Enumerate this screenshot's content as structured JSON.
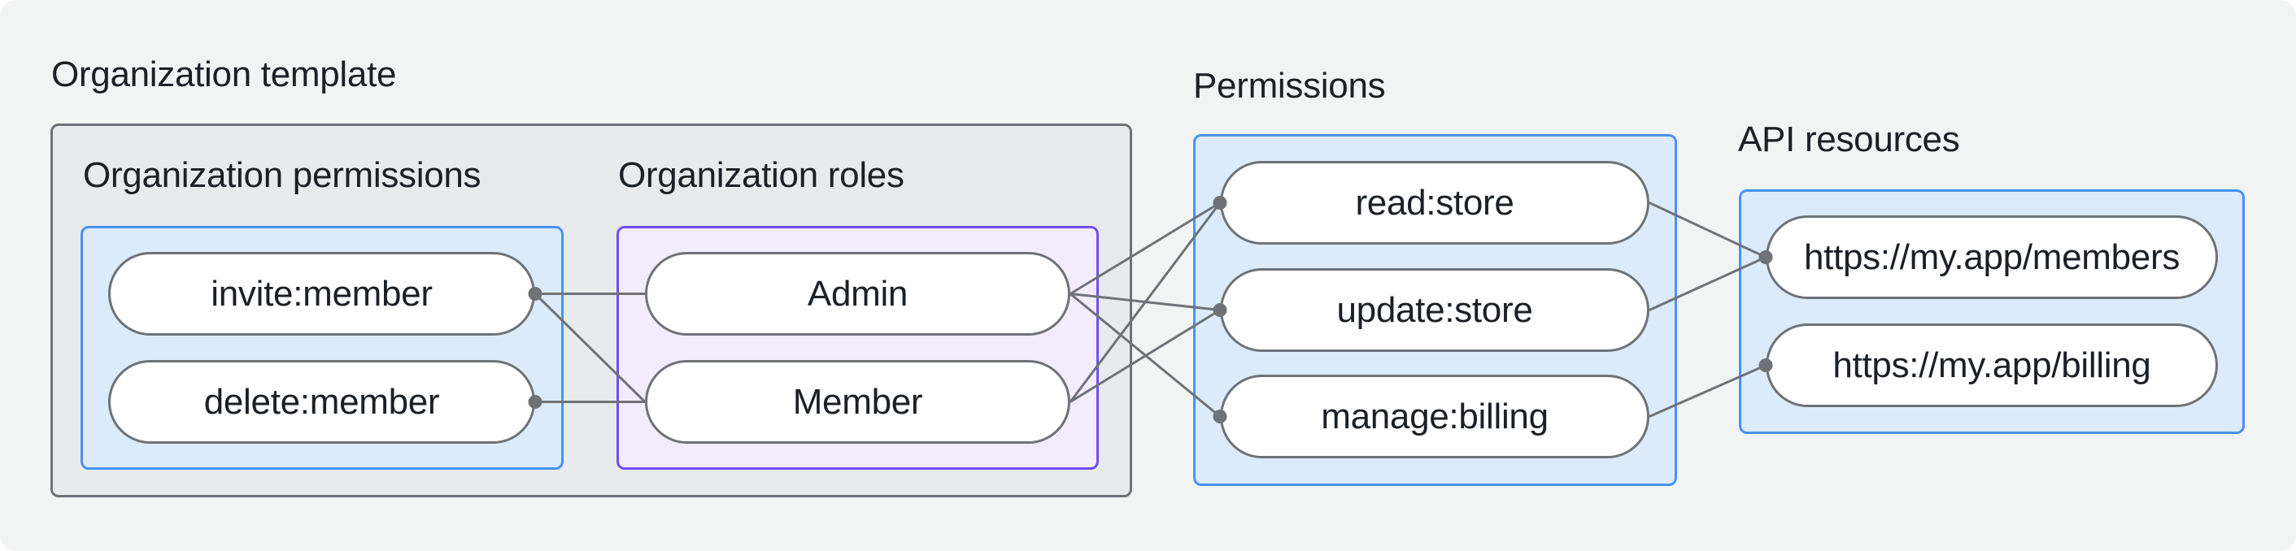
{
  "diagram": {
    "title": "Organization template",
    "groups": [
      {
        "id": "org-permissions",
        "label": "Organization permissions",
        "nodes": [
          {
            "id": "invite-member",
            "label": "invite:member"
          },
          {
            "id": "delete-member",
            "label": "delete:member"
          }
        ]
      },
      {
        "id": "org-roles",
        "label": "Organization roles",
        "nodes": [
          {
            "id": "admin",
            "label": "Admin"
          },
          {
            "id": "member",
            "label": "Member"
          }
        ]
      },
      {
        "id": "permissions",
        "label": "Permissions",
        "nodes": [
          {
            "id": "read-store",
            "label": "read:store"
          },
          {
            "id": "update-store",
            "label": "update:store"
          },
          {
            "id": "manage-billing",
            "label": "manage:billing"
          }
        ]
      },
      {
        "id": "api-resources",
        "label": "API resources",
        "nodes": [
          {
            "id": "members-api",
            "label": "https://my.app/members"
          },
          {
            "id": "billing-api",
            "label": "https://my.app/billing"
          }
        ]
      }
    ],
    "edges": [
      {
        "from": "invite-member",
        "to": "admin"
      },
      {
        "from": "invite-member",
        "to": "member"
      },
      {
        "from": "delete-member",
        "to": "member"
      },
      {
        "from": "admin",
        "to": "read-store"
      },
      {
        "from": "admin",
        "to": "update-store"
      },
      {
        "from": "admin",
        "to": "manage-billing"
      },
      {
        "from": "member",
        "to": "read-store"
      },
      {
        "from": "member",
        "to": "update-store"
      },
      {
        "from": "read-store",
        "to": "members-api"
      },
      {
        "from": "update-store",
        "to": "members-api"
      },
      {
        "from": "manage-billing",
        "to": "billing-api"
      }
    ],
    "connector_dots": [
      {
        "node": "invite-member",
        "side": "right"
      },
      {
        "node": "delete-member",
        "side": "right"
      },
      {
        "node": "read-store",
        "side": "left"
      },
      {
        "node": "update-store",
        "side": "left"
      },
      {
        "node": "manage-billing",
        "side": "left"
      },
      {
        "node": "members-api",
        "side": "left"
      },
      {
        "node": "billing-api",
        "side": "left"
      }
    ],
    "colors": {
      "canvas_bg": "#f2f4f4",
      "template_box_bg": "#e9eaeb",
      "template_box_border": "#6e7277",
      "blue_box_bg": "#dcebfb",
      "blue_box_border": "#4a90f6",
      "purple_box_bg": "#f2ecfc",
      "purple_box_border": "#6f4ef3",
      "pill_bg": "#ffffff",
      "pill_border": "#6e7277",
      "wire": "#6e7277",
      "text": "#1b2026"
    }
  }
}
